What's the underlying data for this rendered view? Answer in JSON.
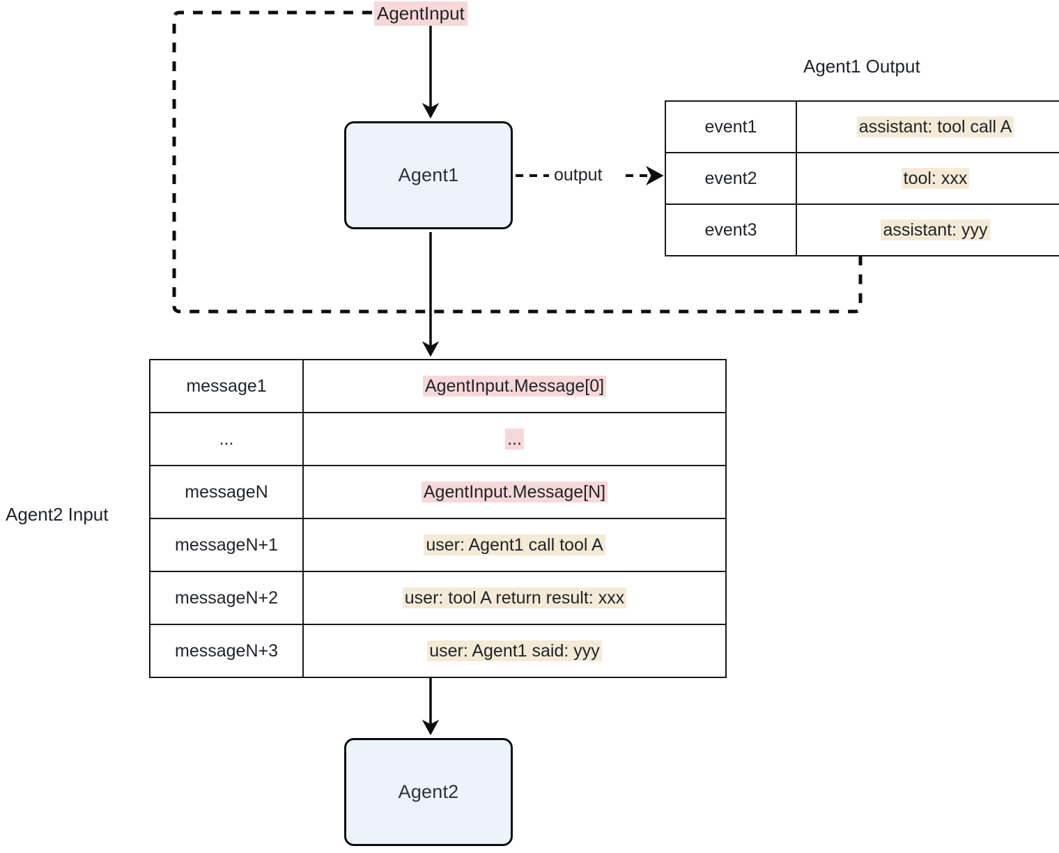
{
  "diagram": {
    "title_free_labels": {
      "agent_input": "AgentInput",
      "output_edge": "output",
      "agent1_output_title": "Agent1 Output",
      "agent2_input_title": "Agent2 Input"
    },
    "nodes": {
      "agent1": "Agent1",
      "agent2": "Agent2"
    },
    "colors": {
      "node_fill": "#eef2fa",
      "node_border": "#0b0d10",
      "pink_highlight": "#f7d8d9",
      "beige_highlight": "#f4ead6",
      "table_border": "#16181c",
      "text": "#1f2328",
      "background": "#ffffff"
    },
    "agent1_output_table": {
      "rows": [
        {
          "key": "event1",
          "value": "assistant: tool call A",
          "highlight": "beige"
        },
        {
          "key": "event2",
          "value": "tool: xxx",
          "highlight": "beige"
        },
        {
          "key": "event3",
          "value": "assistant: yyy",
          "highlight": "beige"
        }
      ]
    },
    "agent2_input_table": {
      "rows": [
        {
          "key": "message1",
          "value": "AgentInput.Message[0]",
          "highlight": "pink"
        },
        {
          "key": "...",
          "value": "...",
          "highlight": "pink"
        },
        {
          "key": "messageN",
          "value": "AgentInput.Message[N]",
          "highlight": "pink"
        },
        {
          "key": "messageN+1",
          "value": "user: Agent1 call tool A",
          "highlight": "beige"
        },
        {
          "key": "messageN+2",
          "value": "user: tool A return result: xxx",
          "highlight": "beige"
        },
        {
          "key": "messageN+3",
          "value": "user: Agent1 said: yyy",
          "highlight": "beige"
        }
      ]
    },
    "edges": [
      {
        "name": "agentinput-to-agent1",
        "style": "solid",
        "arrow": true
      },
      {
        "name": "agent1-to-agent1output",
        "style": "dashed",
        "arrow": true,
        "label": "output"
      },
      {
        "name": "agentinput-feedback-loop",
        "style": "dashed",
        "arrow": false
      },
      {
        "name": "agent1output-down-to-feedback",
        "style": "dashed",
        "arrow": false
      },
      {
        "name": "agent1-to-agent2input",
        "style": "solid",
        "arrow": true
      },
      {
        "name": "agent2input-to-agent2",
        "style": "solid",
        "arrow": true
      }
    ]
  }
}
